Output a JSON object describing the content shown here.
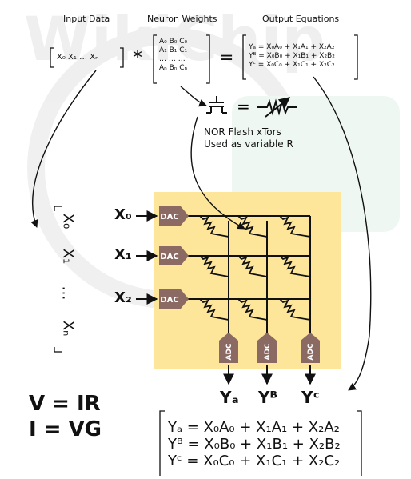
{
  "headers": {
    "input": "Input Data",
    "weights": "Neuron Weights",
    "output": "Output Equations"
  },
  "input_vector": "X₀   X₁   …   Xₙ",
  "operator_multiply": "*",
  "operator_equals": "=",
  "weights_matrix": [
    "A₀   B₀   C₀",
    "A₁   B₁   C₁",
    "…     …     …",
    "Aₙ   Bₙ   Cₙ"
  ],
  "output_equations": [
    "Yₐ = X₀A₀ + X₁A₁ + X₂A₂",
    "Yв = X₀B₀ + X₁B₁ + X₂B₂",
    "Yc = X₀C₀ + X₁C₁ + X₂C₂"
  ],
  "output_eq_top": [
    "Yₐ = X₀A₀ + X₁A₁ + X₂A₂",
    "Yᴮ = X₀B₀ + X₁B₁ + X₂B₂",
    "Yᶜ = X₀C₀ + X₁C₁ + X₂C₂"
  ],
  "nor_note": [
    "NOR Flash xTors",
    "Used as variable R"
  ],
  "vertical_vector": [
    "X₀",
    "X₁",
    "…",
    "Xₙ"
  ],
  "inputs": [
    "X₀",
    "X₁",
    "X₂"
  ],
  "dac_label": "DAC",
  "adc_label": "ADC",
  "outputs": [
    "Yₐ",
    "Yᴮ",
    "Yᶜ"
  ],
  "laws": [
    "V = IR",
    "I = VG"
  ],
  "watermark": "WikiChip",
  "colors": {
    "array_bg": "#fde59a",
    "converter": "#8a6a63",
    "converter_text": "#ffffff",
    "line": "#111111"
  }
}
